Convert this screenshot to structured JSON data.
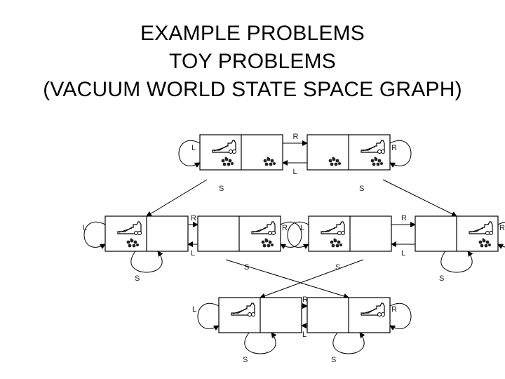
{
  "title": {
    "lines": [
      "EXAMPLE PROBLEMS",
      "TOY PROBLEMS",
      "(VACUUM WORLD STATE SPACE GRAPH)"
    ]
  },
  "diagram": {
    "states": [
      {
        "id": "s1",
        "vacuum": "left",
        "dirt": [
          "left",
          "right"
        ]
      },
      {
        "id": "s2",
        "vacuum": "right",
        "dirt": [
          "left",
          "right"
        ]
      },
      {
        "id": "s3",
        "vacuum": "left",
        "dirt": [
          "left"
        ]
      },
      {
        "id": "s4",
        "vacuum": "right",
        "dirt": [
          "right"
        ]
      },
      {
        "id": "s5",
        "vacuum": "left",
        "dirt": [
          "left"
        ]
      },
      {
        "id": "s6",
        "vacuum": "right",
        "dirt": [
          "right"
        ]
      },
      {
        "id": "s7",
        "vacuum": "left",
        "dirt": []
      },
      {
        "id": "s8",
        "vacuum": "right",
        "dirt": []
      }
    ],
    "action_labels": {
      "right": "R",
      "left": "L",
      "suck": "S"
    }
  }
}
